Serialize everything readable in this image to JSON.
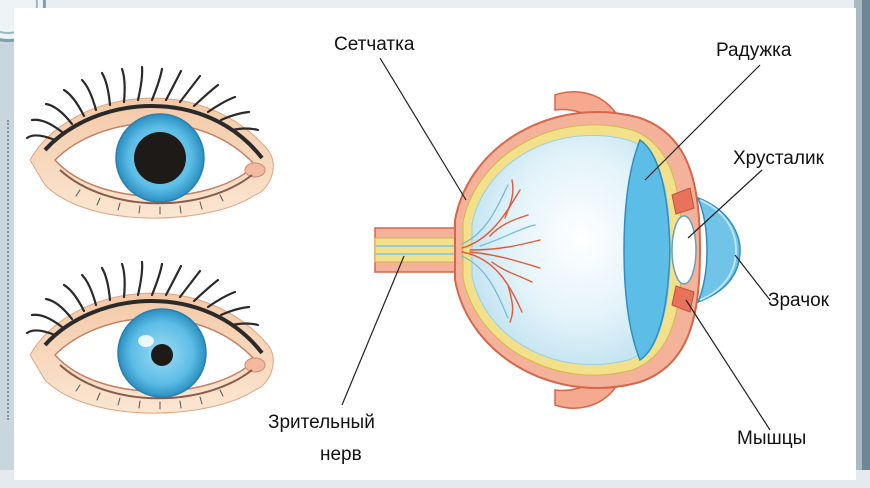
{
  "labels": {
    "retina": "Сетчатка",
    "iris": "Радужка",
    "lens": "Хрусталик",
    "pupil": "Зрачок",
    "muscles": "Мышцы",
    "optic_nerve_line1": "Зрительный",
    "optic_nerve_line2": "нерв"
  },
  "colors": {
    "iris_blue": "#5cbde6",
    "sclera_outer": "#e9735a",
    "sclera_fill": "#f5b29a",
    "retina_yellow": "#f2e08a",
    "vitreous": "#d6eef7",
    "vessel_red": "#e05a3a",
    "skin": "#f6d5b5",
    "lash": "#2a2a2a"
  },
  "eyes": [
    {
      "pupil_state": "dilated"
    },
    {
      "pupil_state": "constricted"
    }
  ]
}
